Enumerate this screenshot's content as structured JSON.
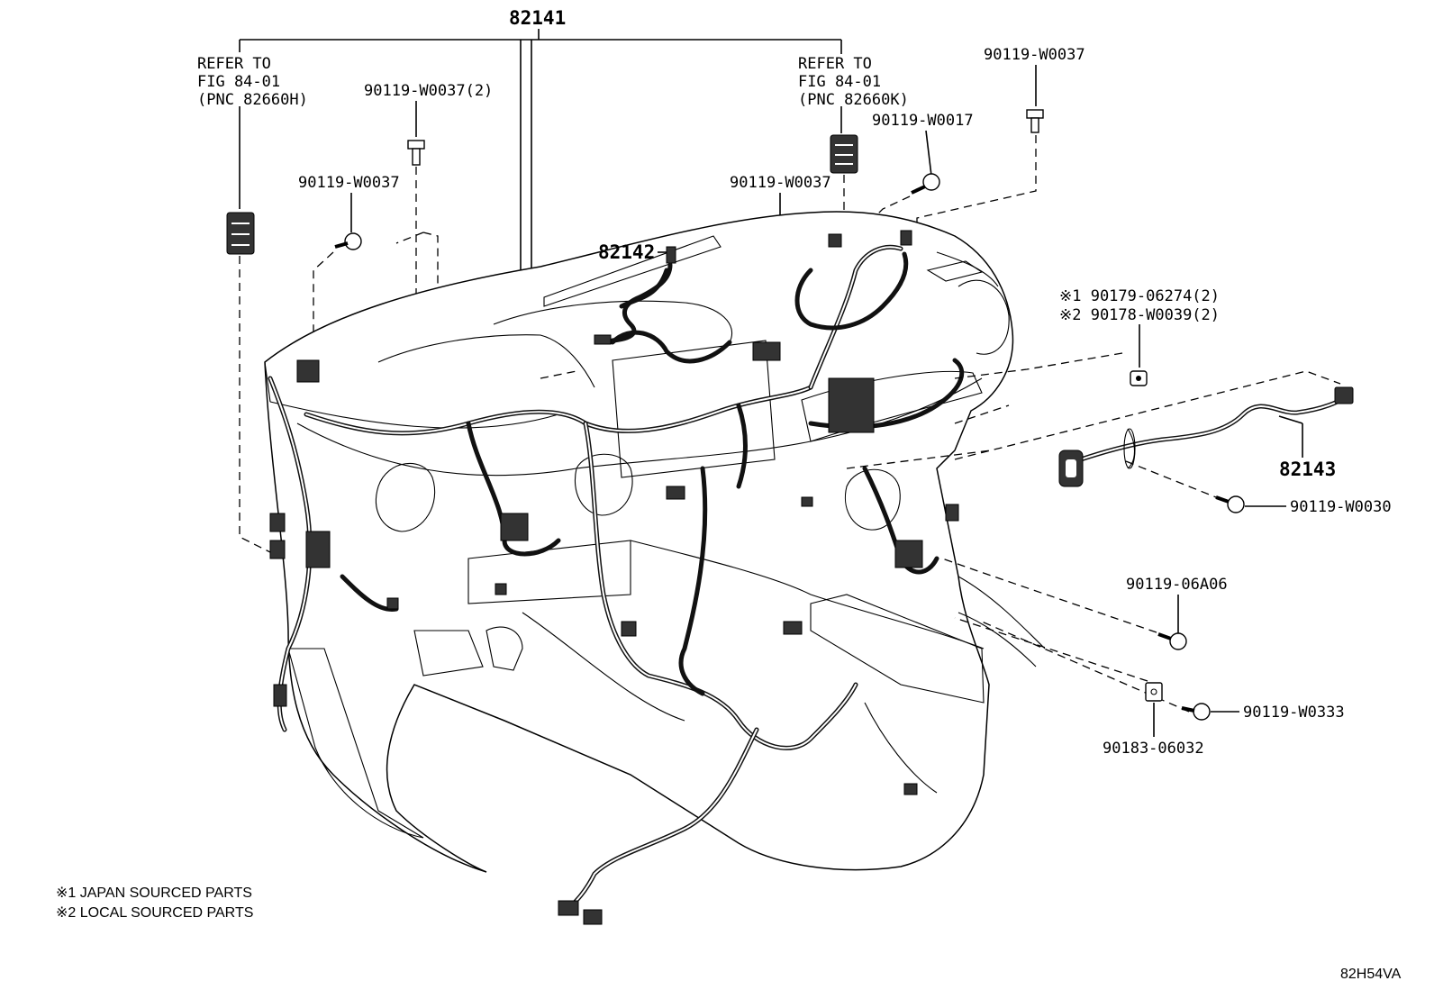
{
  "labels": {
    "main_harness": "82141",
    "sub_harness_center": "82142",
    "sub_harness_right": "82143",
    "refer_left": [
      "REFER TO",
      "FIG 84-01",
      "(PNC 82660H)"
    ],
    "refer_right": [
      "REFER TO",
      "FIG 84-01",
      "(PNC 82660K)"
    ],
    "bolt_left_top": "90119-W0037(2)",
    "bolt_left": "90119-W0037",
    "bolt_center": "90119-W0037",
    "bolt_center_right": "90119-W0017",
    "bolt_top_right": "90119-W0037",
    "clip_jp": "※1 90179-06274(2)",
    "clip_local": "※2 90178-W0039(2)",
    "bolt_right_mid": "90119-W0030",
    "bolt_right_low": "90119-06A06",
    "bolt_right_bottom": "90119-W0333",
    "nut_bottom": "90183-06032"
  },
  "notes": {
    "japan": "※1 JAPAN SOURCED PARTS",
    "local": "※2 LOCAL SOURCED PARTS"
  },
  "figure_code": "82H54VA"
}
